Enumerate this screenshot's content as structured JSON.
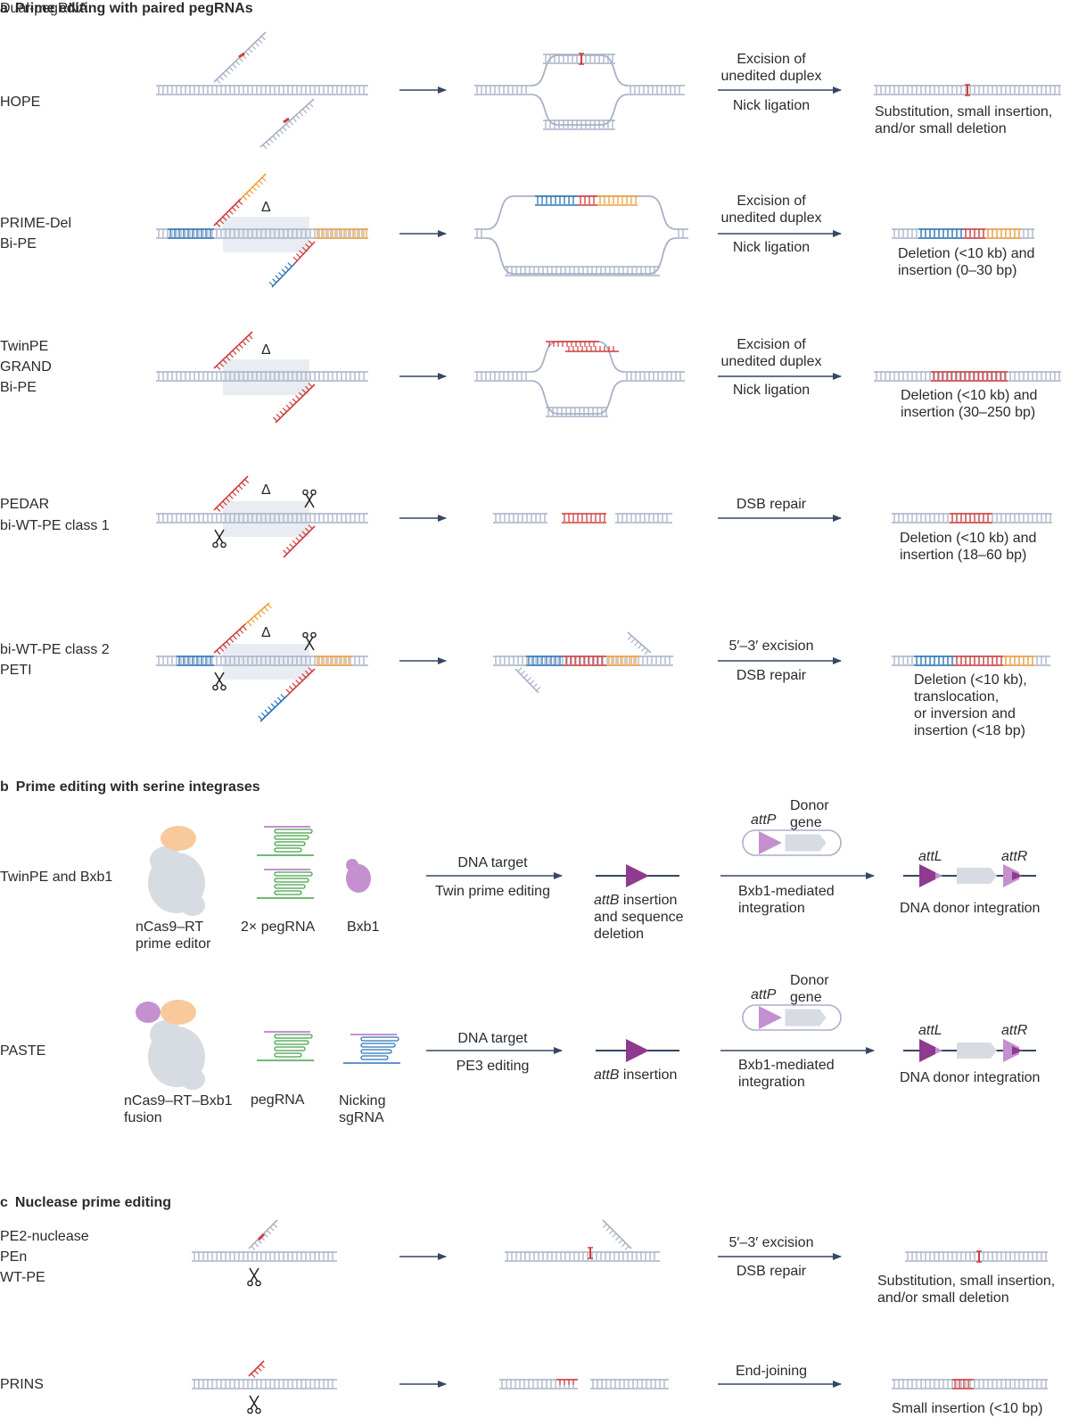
{
  "colors": {
    "dna": "#a7b1c6",
    "red": "#d23c3c",
    "orange": "#f2a03d",
    "blue": "#2b74b8",
    "green": "#43a047",
    "purple": "#8e3a8e",
    "lightpurple": "#c490cf",
    "peach": "#f8c99a",
    "grey": "#d7dbe2",
    "arrow": "#364663",
    "shade": "#e9ecf2"
  },
  "panel_a": {
    "letter": "a",
    "title": "Prime editing with paired pegRNAs",
    "rows": [
      {
        "labels": [
          "Dual-pegRNA",
          "HOPE"
        ],
        "step_top": [
          "Excision of",
          "unedited duplex"
        ],
        "step_bottom": "Nick ligation",
        "result": [
          "Substitution, small insertion,",
          "and/or small deletion"
        ]
      },
      {
        "labels": [
          "PRIME-Del",
          "Bi-PE"
        ],
        "step_top": [
          "Excision of",
          "unedited duplex"
        ],
        "step_bottom": "Nick ligation",
        "result": [
          "Deletion (<10 kb) and",
          "insertion (0–30 bp)"
        ]
      },
      {
        "labels": [
          "TwinPE",
          "GRAND",
          "Bi-PE"
        ],
        "step_top": [
          "Excision of",
          "unedited duplex"
        ],
        "step_bottom": "Nick ligation",
        "result": [
          "Deletion (<10 kb) and",
          "insertion (30–250 bp)"
        ]
      },
      {
        "labels": [
          "PEDAR",
          "bi-WT-PE class 1"
        ],
        "step_top": [
          "DSB repair"
        ],
        "step_bottom": "",
        "result": [
          "Deletion (<10 kb) and",
          "insertion (18–60 bp)"
        ]
      },
      {
        "labels": [
          "bi-WT-PE class 2",
          "PETI"
        ],
        "step_top": [
          "5′–3′ excision"
        ],
        "step_bottom": "DSB repair",
        "result": [
          "Deletion (<10 kb),",
          "translocation,",
          "or inversion and",
          "insertion (<18 bp)"
        ]
      }
    ],
    "delta": "Δ"
  },
  "panel_b": {
    "letter": "b",
    "title": "Prime editing with serine integrases",
    "rows": [
      {
        "label": "TwinPE and Bxb1",
        "components": [
          [
            "nCas9–RT",
            "prime editor"
          ],
          [
            "2× pegRNA"
          ],
          [
            "Bxb1"
          ]
        ],
        "step1_top": "DNA target",
        "step1_bottom": "Twin prime editing",
        "site_prefix": "attB",
        "site_suffix": " insertion",
        "site_extra": [
          "and sequence",
          "deletion"
        ],
        "donor": [
          "Donor",
          "gene"
        ],
        "attP": "attP",
        "step2": [
          "Bxb1-mediated",
          "integration"
        ],
        "attL": "attL",
        "attR": "attR",
        "result": "DNA donor integration"
      },
      {
        "label": "PASTE",
        "components": [
          [
            "nCas9–RT–Bxb1",
            "fusion"
          ],
          [
            "pegRNA"
          ],
          [
            "Nicking",
            "sgRNA"
          ]
        ],
        "step1_top": "DNA target",
        "step1_bottom": "PE3 editing",
        "site_prefix": "attB",
        "site_suffix": " insertion",
        "site_extra": [],
        "donor": [
          "Donor",
          "gene"
        ],
        "attP": "attP",
        "step2": [
          "Bxb1-mediated",
          "integration"
        ],
        "attL": "attL",
        "attR": "attR",
        "result": "DNA donor integration"
      }
    ]
  },
  "panel_c": {
    "letter": "c",
    "title": "Nuclease prime editing",
    "rows": [
      {
        "labels": [
          "PE2-nuclease",
          "PEn",
          "WT-PE"
        ],
        "step_top": "5′–3′ excision",
        "step_bottom": "DSB repair",
        "result": [
          "Substitution, small insertion,",
          "and/or small deletion"
        ]
      },
      {
        "labels": [
          "PRINS"
        ],
        "step_top": "End-joining",
        "step_bottom": "",
        "result": [
          "Small insertion (<10 bp)"
        ]
      }
    ]
  }
}
